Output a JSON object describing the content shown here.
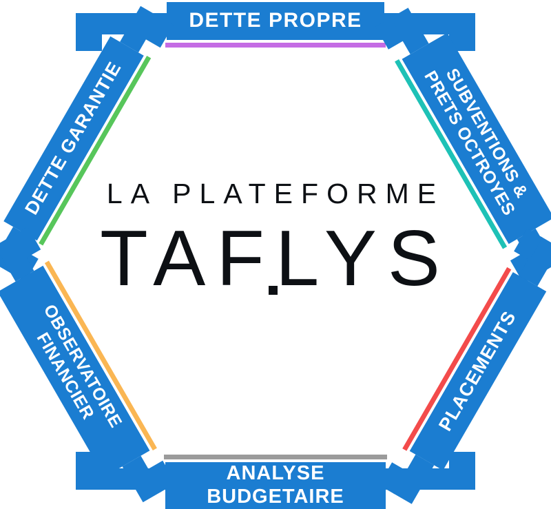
{
  "diagram": {
    "logo": {
      "tagline": "LA PLATEFORME",
      "brand": "TAELYS",
      "brand_pre": "TA",
      "brand_e": "F",
      "brand_post": "LYS"
    },
    "modules": [
      {
        "id": "dette-propre",
        "lines": [
          "DETTE PROPRE"
        ],
        "accent": "#c46ce4"
      },
      {
        "id": "subventions-prets-octroyes",
        "lines": [
          "SUBVENTIONS &",
          "PRETS OCTROYES"
        ],
        "accent": "#1ec1b6"
      },
      {
        "id": "dette-garantie",
        "lines": [
          "DETTE GARANTIE"
        ],
        "accent": "#57c65b"
      },
      {
        "id": "observatoire-financier",
        "lines": [
          "OBSERVATOIRE",
          "FINANCIER"
        ],
        "accent": "#fab653"
      },
      {
        "id": "placements",
        "lines": [
          "PLACEMENTS"
        ],
        "accent": "#f34b4b"
      },
      {
        "id": "analyse-budgetaire",
        "lines": [
          "ANALYSE",
          "BUDGETAIRE"
        ],
        "accent": "#9b9b9b"
      }
    ]
  },
  "colors": {
    "bar_blue": "#1b7dd1",
    "logo_dark": "#0d1014",
    "label_white": "#ffffff",
    "background": "#ffffff"
  }
}
